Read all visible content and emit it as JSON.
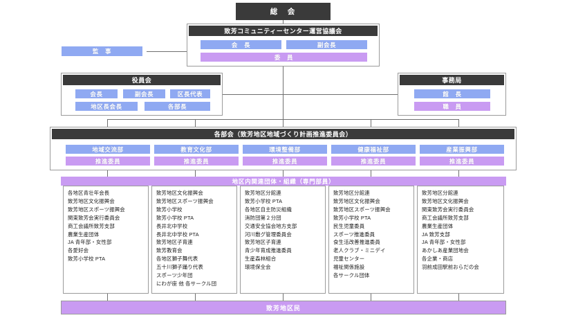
{
  "top": {
    "assembly_label": "総　会"
  },
  "council": {
    "title": "致芳コミュニティーセンター運営協議会",
    "chair": "会　長",
    "vice_chair": "副会長",
    "members": "委　員"
  },
  "auditor": {
    "label": "監　事"
  },
  "officers": {
    "title": "役員会",
    "items": [
      "会長",
      "副会長",
      "区長代表",
      "地区長会長",
      "各部長"
    ]
  },
  "secretariat": {
    "title": "事務局",
    "director": "館　長",
    "staff": "職　員"
  },
  "departments": {
    "title": "各部会（致芳地区地域づくり計画推進委員会）",
    "promotion_label": "推進委員",
    "items": [
      "地域交流部",
      "教育文化部",
      "環境整備部",
      "健康福祉部",
      "産業振興部"
    ]
  },
  "organizations": {
    "band_label": "地区内関連団体・組織（専門部員）",
    "columns": [
      {
        "name": "community-exchange-orgs",
        "items": [
          "各地区青壮年会長",
          "致芳地区文化振興会",
          "致芳地区スポーツ振興会",
          "関東致芳会実行委員会",
          "商工会議所致芳支部",
          "農業生産団体",
          "JA 青年部・女性部",
          "各愛好会",
          "致芳小学校 PTA"
        ]
      },
      {
        "name": "education-culture-orgs",
        "items": [
          "致芳地区文化振興会",
          "致芳地区スポーツ振興会",
          "致芳小学校",
          "致芳小学校 PTA",
          "長井北中学校",
          "長井北中学校 PTA",
          "致芳地区子育連",
          "致芳教育会",
          "各地区獅子舞代表",
          "五十川獅子踊り代表",
          "スポーツ少年団",
          "にわが座 他 各サークル団"
        ]
      },
      {
        "name": "environment-orgs",
        "items": [
          "致芳地区分館連",
          "致芳小学校 PTA",
          "各地区自主防災組織",
          "消防団第２分団",
          "交通安全協会地方支部",
          "河川敷グ管理委員会",
          "致芳地区子育連",
          "青少年育成推進委員",
          "生産森林組合",
          "環境保全会"
        ]
      },
      {
        "name": "health-welfare-orgs",
        "items": [
          "致芳地区分館連",
          "致芳地区文化振興会",
          "致芳地区スポーツ振興会",
          "致芳小学校 PTA",
          "民生児童委員",
          "スポーツ推進委員",
          "食生活改善推進委員",
          "老人クラブ・ミニデイ",
          "児童センター",
          "福祉関係施設",
          "各サークル団体"
        ]
      },
      {
        "name": "industry-orgs",
        "items": [
          "致芳地区分館連",
          "致芳地区文化振興会",
          "関東致芳会実行委員会",
          "商工会議所致芳支部",
          "農業生産団体",
          "JA 致芳支部",
          "JA 青年部・女性部",
          "あかしあ産業団地会",
          "各企業・商店",
          "羽前成田駅前おらだの会"
        ]
      }
    ]
  },
  "footer": {
    "residents_label": "致芳地区民"
  },
  "colors": {
    "blue": "#8fa9f2",
    "purple": "#c99bf2",
    "dark": "#3a3a3a",
    "line": "#6f6f6f"
  }
}
